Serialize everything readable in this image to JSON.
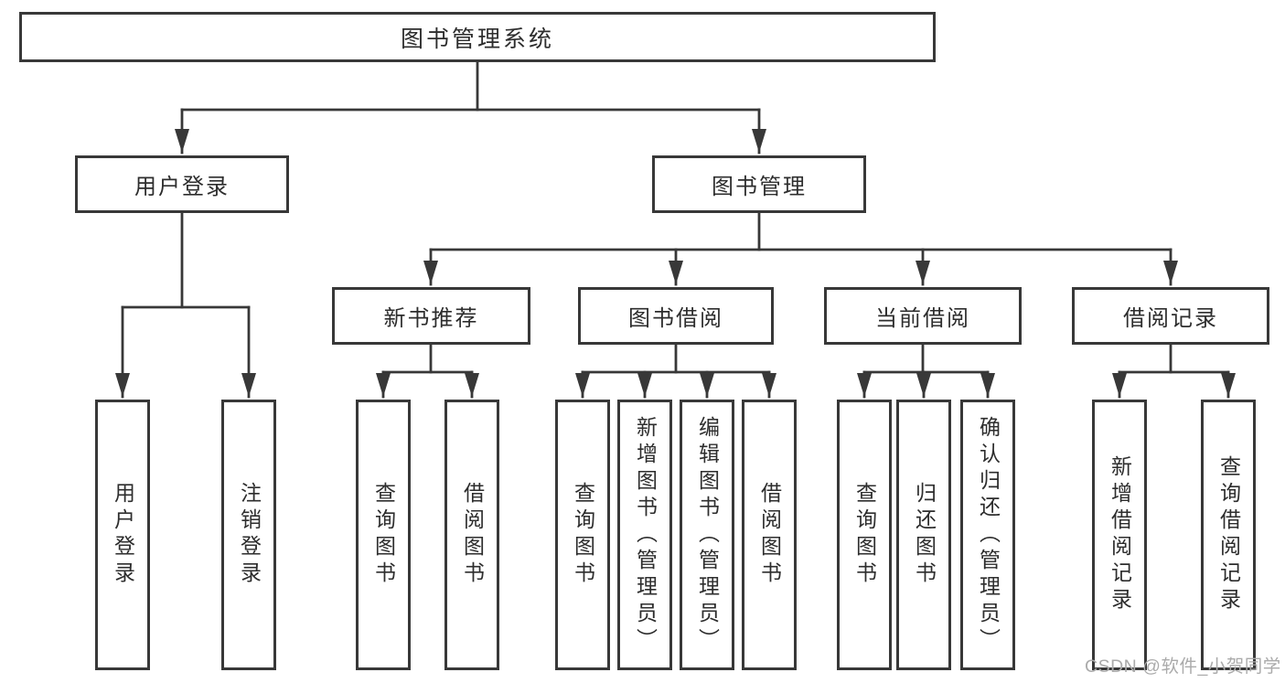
{
  "tree": {
    "root": {
      "label": "图书管理系统"
    },
    "level2": [
      {
        "label": "用户登录",
        "leaves": [
          "用户登录",
          "注销登录"
        ]
      },
      {
        "label": "图书管理",
        "children": [
          {
            "label": "新书推荐",
            "leaves": [
              "查询图书",
              "借阅图书"
            ]
          },
          {
            "label": "图书借阅",
            "leaves": [
              "查询图书",
              "新增图书（管理员）",
              "编辑图书（管理员）",
              "借阅图书"
            ]
          },
          {
            "label": "当前借阅",
            "leaves": [
              "查询图书",
              "归还图书",
              "确认归还（管理员）"
            ]
          },
          {
            "label": "借阅记录",
            "leaves": [
              "新增借阅记录",
              "查询借阅记录"
            ]
          }
        ]
      }
    ]
  },
  "watermark": {
    "text": "CSDN @软件_小贺同学"
  },
  "colors": {
    "line": "#383838",
    "box_border": "#383838",
    "text": "#2d2d2d",
    "watermark": "#ababab",
    "background": "#ffffff"
  }
}
